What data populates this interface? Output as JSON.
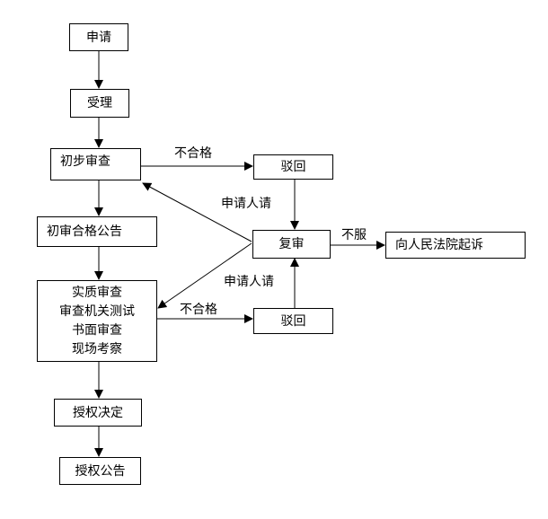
{
  "nodes": {
    "apply": "申请",
    "accept": "受理",
    "prelim_review": "初步审查",
    "prelim_pass_notice": "初审合格公告",
    "substantive_review": {
      "line1": "实质审查",
      "line2": "审查机关测试",
      "line3": "书面审查",
      "line4": "现场考察"
    },
    "grant_decision": "授权决定",
    "grant_notice": "授权公告",
    "reject_upper": "驳回",
    "reject_lower": "驳回",
    "reexamination": "复审",
    "court": "向人民法院起诉"
  },
  "labels": {
    "fail_upper": "不合格",
    "fail_lower": "不合格",
    "applicant_request_upper": "申请人请",
    "applicant_request_lower": "申请人请",
    "dissatisfied": "不服"
  },
  "colors": {
    "line": "#000000",
    "background": "#ffffff"
  }
}
